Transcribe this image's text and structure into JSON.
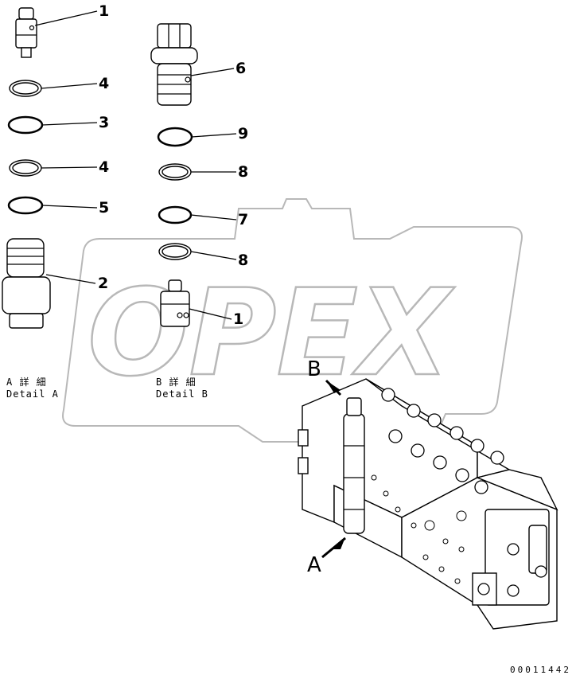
{
  "watermark": {
    "text": "OPEX"
  },
  "callouts": [
    {
      "id": "c1a",
      "label": "1"
    },
    {
      "id": "c4a",
      "label": "4"
    },
    {
      "id": "c3",
      "label": "3"
    },
    {
      "id": "c4b",
      "label": "4"
    },
    {
      "id": "c5",
      "label": "5"
    },
    {
      "id": "c2",
      "label": "2"
    },
    {
      "id": "c6",
      "label": "6"
    },
    {
      "id": "c9",
      "label": "9"
    },
    {
      "id": "c8a",
      "label": "8"
    },
    {
      "id": "c7",
      "label": "7"
    },
    {
      "id": "c8b",
      "label": "8"
    },
    {
      "id": "c1b",
      "label": "1"
    }
  ],
  "detail_a": {
    "jp": "A 詳 細",
    "en": "Detail A"
  },
  "detail_b": {
    "jp": "B 詳 細",
    "en": "Detail B"
  },
  "view_labels": {
    "a": "A",
    "b": "B"
  },
  "doc_number": "00011442"
}
